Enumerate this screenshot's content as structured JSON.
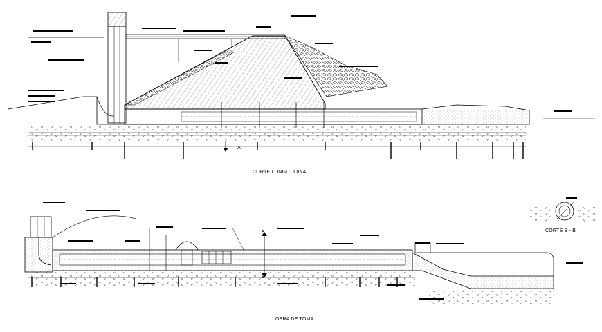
{
  "titles": {
    "longitudinal_section": "CORTE LONGITUDINAL",
    "intake_works": "OBRA DE TOMA",
    "section_bb": "CORTE B - B"
  },
  "section_markers": {
    "a": "A",
    "b_top": "B",
    "b_bottom": "B"
  },
  "colors": {
    "line": "#000000",
    "background": "#ffffff"
  }
}
